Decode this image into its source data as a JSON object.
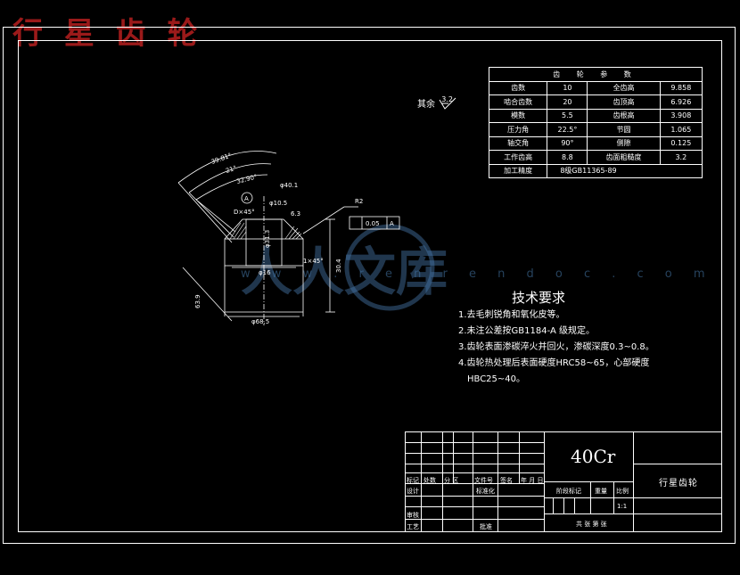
{
  "stamp_title": "行 星 齿 轮",
  "roughness_note": "其余",
  "roughness_value": "3.2",
  "gear_table": {
    "header": "齿 轮 参 数",
    "rows": [
      [
        "齿数",
        "10",
        "全齿高",
        "9.858"
      ],
      [
        "啮合齿数",
        "20",
        "齿顶高",
        "6.926"
      ],
      [
        "模数",
        "5.5",
        "齿根高",
        "3.908"
      ],
      [
        "压力角",
        "22.5°",
        "节圆",
        "1.065"
      ],
      [
        "轴交角",
        "90°",
        "侧隙",
        "0.125"
      ],
      [
        "工作齿高",
        "8.8",
        "齿面粗糙度",
        "3.2"
      ],
      [
        "加工精度",
        "8级GB11365-89",
        "",
        ""
      ]
    ]
  },
  "tech_requirements": {
    "title": "技术要求",
    "items": [
      "1.去毛刺锐角和氧化皮等。",
      "2.未注公差按GB1184-A 级规定。",
      "3.齿轮表面渗碳淬火并回火，渗碳深度0.3~0.8。",
      "4.齿轮热处理后表面硬度HRC58~65，心部硬度",
      "HBC25~40。"
    ]
  },
  "dimensions": {
    "d1": "39.81°",
    "d2": "21°",
    "d3": "32.90°",
    "d4": "φ40.1",
    "d5": "φ10.5",
    "d6": "D×45°",
    "d7": "R2",
    "d8": "0.05",
    "d9": "A",
    "d10": "φ16",
    "d11": "φ31.3",
    "d12": "φ68.5",
    "d13": "1×45°",
    "d14": "6.3",
    "d15": "63.9",
    "d16": "30.4"
  },
  "watermark": {
    "logo": "人人文库",
    "url": "w w w . r e n r e n d o c . c o m"
  },
  "title_block": {
    "material": "40Cr",
    "part_name": "行星齿轮",
    "labels": {
      "mark": "标记",
      "count": "处数",
      "zone": "分 区",
      "doc_no": "文件号",
      "sign": "签名",
      "date": "年 月 日",
      "design": "设计",
      "standardize": "标准化",
      "stage_mark": "阶段标记",
      "weight": "重量",
      "scale": "比例",
      "scale_val": "1:1",
      "review": "审核",
      "process": "工艺",
      "approve": "批准",
      "sheet": "共 张 第 张"
    }
  },
  "colors": {
    "background": "#000000",
    "line": "#ffffff",
    "stamp": "#9b1a1a",
    "watermark": "#4678aa"
  }
}
